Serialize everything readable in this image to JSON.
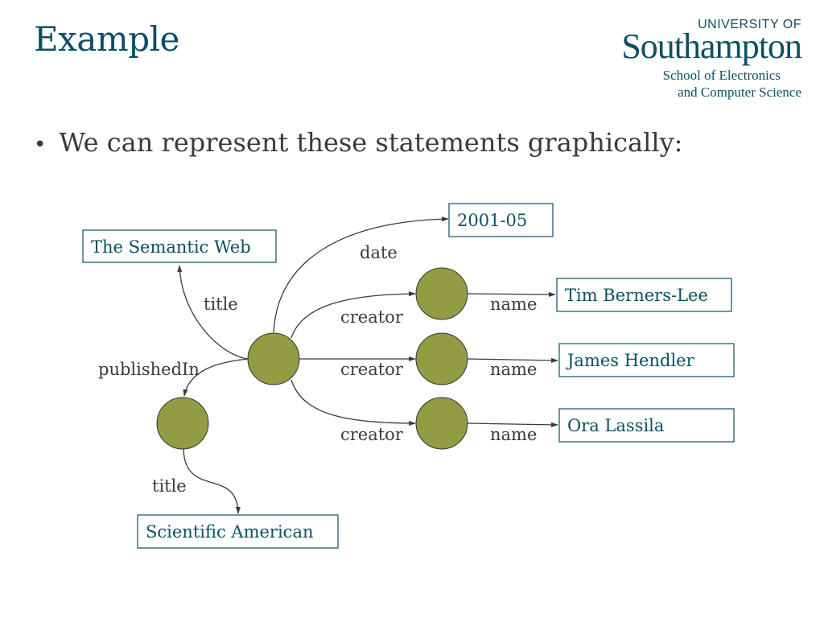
{
  "slide": {
    "title": "Example",
    "bullet": "We can represent these statements graphically:"
  },
  "logo": {
    "university": "UNIVERSITY OF",
    "name": "Southampton",
    "department_line1": "School of Electronics",
    "department_line2": "and Computer Science"
  },
  "diagram": {
    "literals": {
      "semantic_web": "The Semantic Web",
      "date": "2001-05",
      "tim": "Tim Berners-Lee",
      "james": "James Hendler",
      "ora": "Ora Lassila",
      "sciam": "Scientific American"
    },
    "edge_labels": {
      "date": "date",
      "title_article": "title",
      "published_in": "publishedIn",
      "creator_1": "creator",
      "creator_2": "creator",
      "creator_3": "creator",
      "name_1": "name",
      "name_2": "name",
      "name_3": "name",
      "title_journal": "title"
    },
    "colors": {
      "node_fill": "#929c42",
      "literal_border": "#0b4f63",
      "heading": "#0b4f63",
      "edge": "#3a3a3a"
    }
  }
}
